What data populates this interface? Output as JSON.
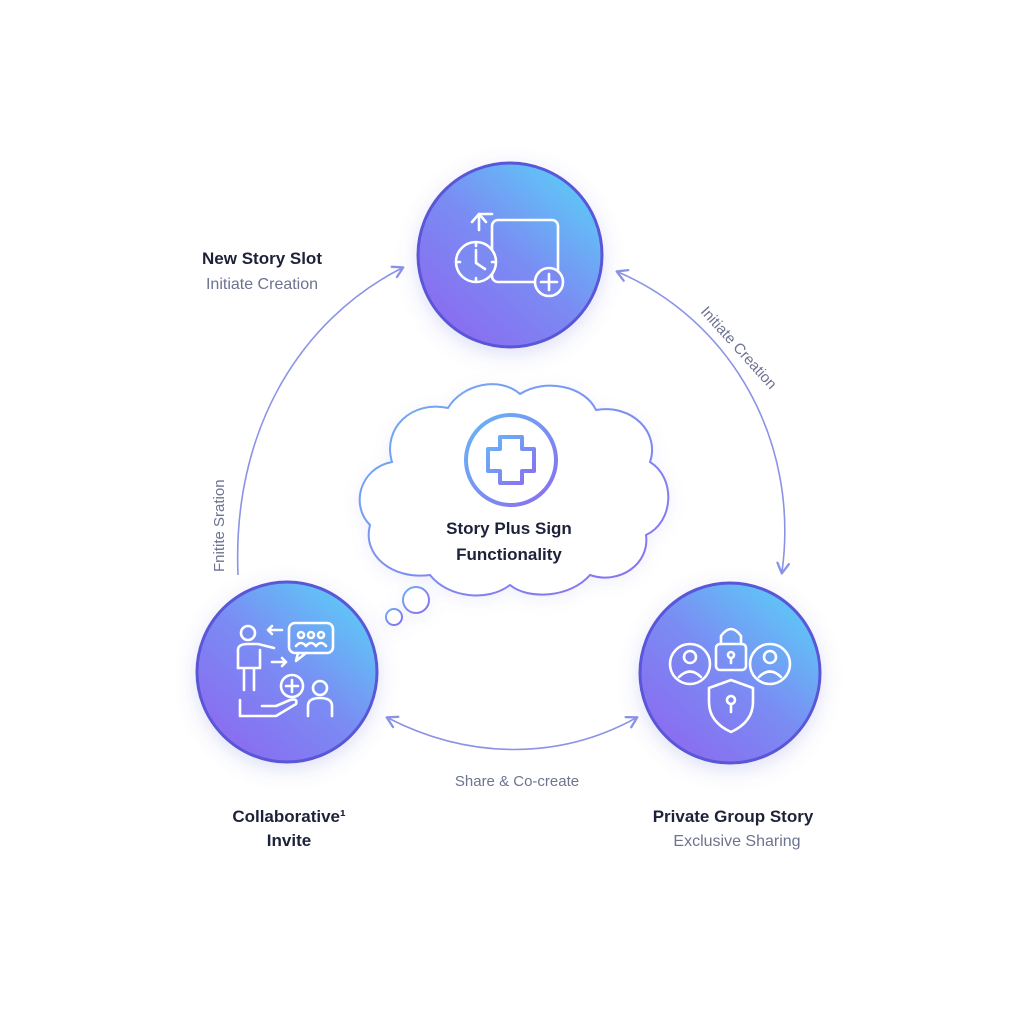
{
  "colors": {
    "node_gradient_start": "#5fc6f7",
    "node_gradient_mid": "#7a8cf3",
    "node_gradient_end": "#8a6cf0",
    "node_ring": "#5a57d8",
    "arrow": "#8b93e6",
    "text_dark": "#1d2238",
    "text_muted": "#6d7390"
  },
  "center": {
    "title_line1": "Story Plus Sign",
    "title_line2": "Functionality",
    "icon": "plus-icon"
  },
  "nodes": [
    {
      "id": "new-story-slot",
      "title": "New Story Slot",
      "subtitle": "Initiate Creation",
      "icon": "story-slot-clock-plus-icon"
    },
    {
      "id": "collaborative-invite",
      "title_line1": "Collaborative¹",
      "title_line2": "Invite",
      "icon": "collaboration-invite-icon"
    },
    {
      "id": "private-group-story",
      "title": "Private Group Story",
      "subtitle": "Exclusive Sharing",
      "icon": "private-group-lock-icon"
    }
  ],
  "edges": {
    "right": "Initiate Creation",
    "left": "Fnitite Sration",
    "bottom": "Share & Co-create"
  }
}
